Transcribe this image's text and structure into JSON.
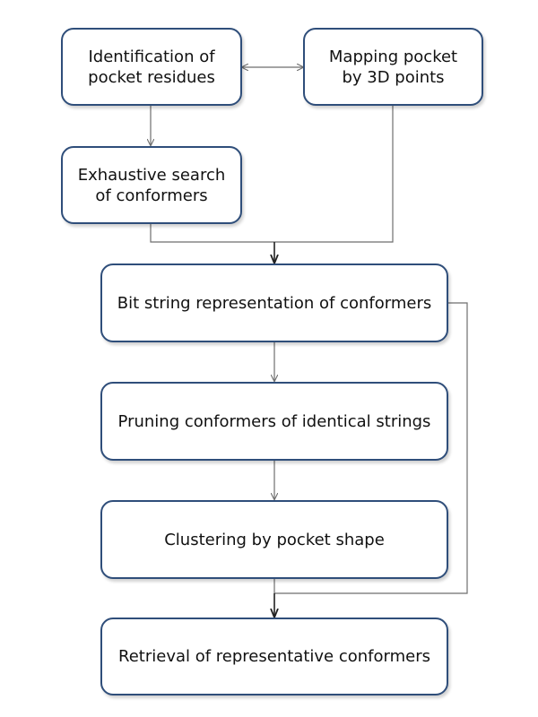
{
  "colors": {
    "box_border": "#2f4e7a",
    "connector": "#6e6e6e",
    "arrow_main": "#222222"
  },
  "nodes": {
    "identification": {
      "label": "Identification of\npocket residues"
    },
    "mapping": {
      "label": "Mapping pocket\nby 3D points"
    },
    "exhaustive": {
      "label": "Exhaustive search\nof conformers"
    },
    "bitstring": {
      "label": "Bit string representation of conformers"
    },
    "pruning": {
      "label": "Pruning conformers of identical strings"
    },
    "clustering": {
      "label": "Clustering by pocket shape"
    },
    "retrieval": {
      "label": "Retrieval of representative conformers"
    }
  }
}
